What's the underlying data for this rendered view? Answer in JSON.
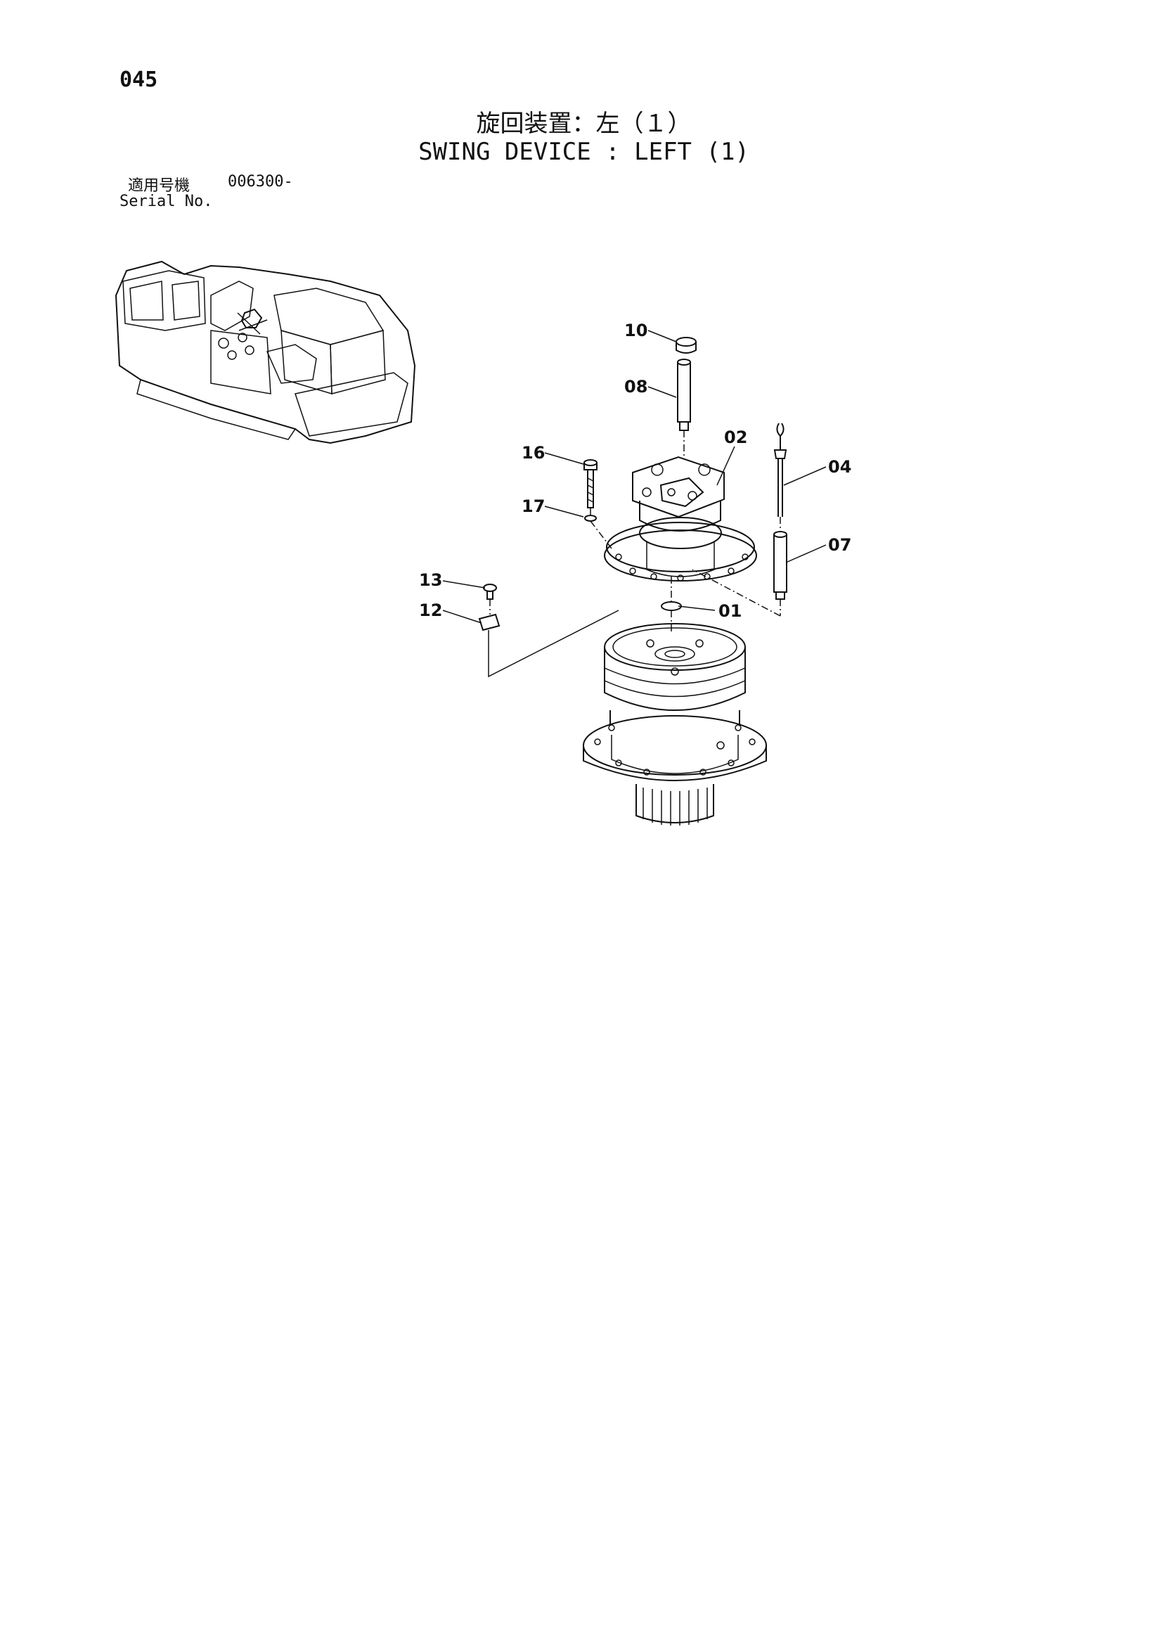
{
  "page": {
    "number": "045"
  },
  "title": {
    "jp": "旋回装置：左（１）",
    "en": "SWING DEVICE : LEFT (1)"
  },
  "serial": {
    "label_jp": "適用号機",
    "label_en": "Serial No.",
    "value": "006300-"
  },
  "callouts": [
    "10",
    "08",
    "16",
    "02",
    "04",
    "17",
    "07",
    "13",
    "01",
    "12"
  ],
  "icons": [
    "excavator-location-icon",
    "swing-device-exploded-diagram"
  ]
}
